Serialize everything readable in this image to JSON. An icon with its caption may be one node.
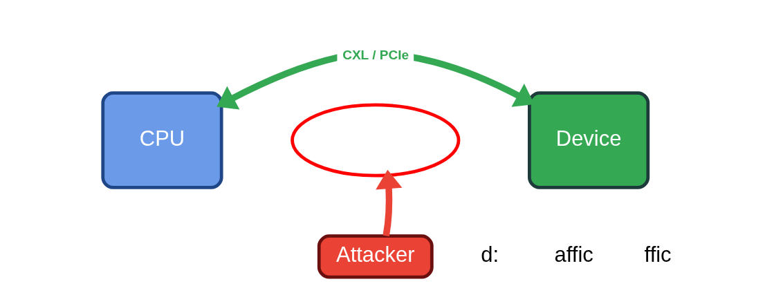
{
  "diagram": {
    "nodes": [
      {
        "text": [
          "CPU"
        ]
      },
      {
        "text": [],
        "shape": "cloud"
      },
      {
        "text": [
          "Device"
        ]
      },
      {
        "text": [
          "Attacker"
        ]
      }
    ],
    "edges": [
      {
        "from": 0,
        "to": 2,
        "arrow": "both",
        "label": "CXL / PCIe",
        "color": "#34a853"
      },
      {
        "from": 3,
        "to": 1,
        "arrow": "to",
        "color": "#ea4335"
      }
    ],
    "labels": [
      "d:",
      "affic",
      "ffic"
    ]
  }
}
